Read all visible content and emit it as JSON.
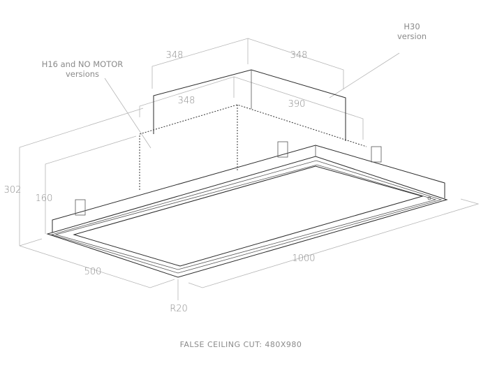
{
  "labels": {
    "top_left_width": "348",
    "top_right_depth": "348",
    "inner_width": "348",
    "inner_depth": "390",
    "height_total": "302",
    "height_low": "160",
    "width": "500",
    "length": "1000",
    "radius": "R20"
  },
  "notes": {
    "h30_line1": "H30",
    "h30_line2": "version",
    "h16_line1": "H16 and NO MOTOR",
    "h16_line2": "versions"
  },
  "caption": "FALSE CEILING CUT: 480X980"
}
